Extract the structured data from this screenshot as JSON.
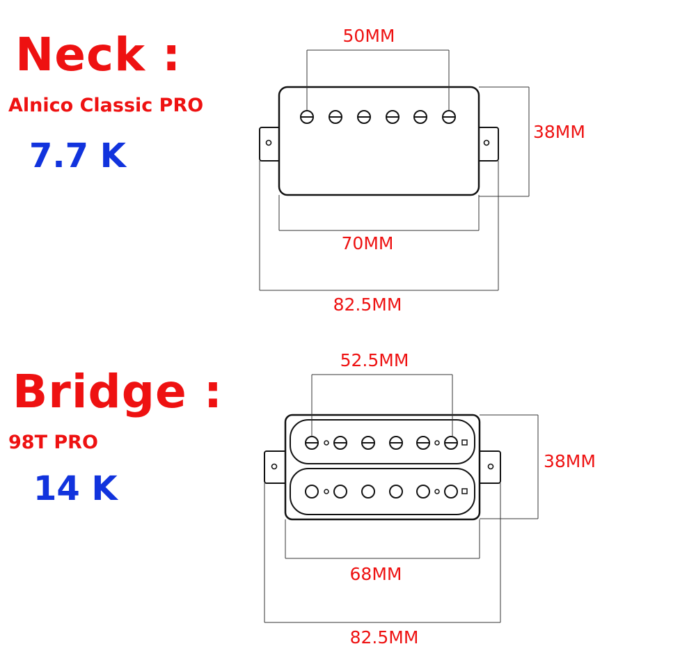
{
  "neck": {
    "title": "Neck :",
    "model": "Alnico Classic PRO",
    "resistance": "7.7 K",
    "dims": {
      "pole_spacing": "50MM",
      "height": "38MM",
      "body_width": "70MM",
      "total_width": "82.5MM"
    }
  },
  "bridge": {
    "title": "Bridge :",
    "model": "98T PRO",
    "resistance": "14 K",
    "dims": {
      "pole_spacing": "52.5MM",
      "height": "38MM",
      "body_width": "68MM",
      "total_width": "82.5MM"
    }
  },
  "colors": {
    "label_red": "#ee1111",
    "resistance_blue": "#1133dd",
    "outline": "#111111"
  }
}
